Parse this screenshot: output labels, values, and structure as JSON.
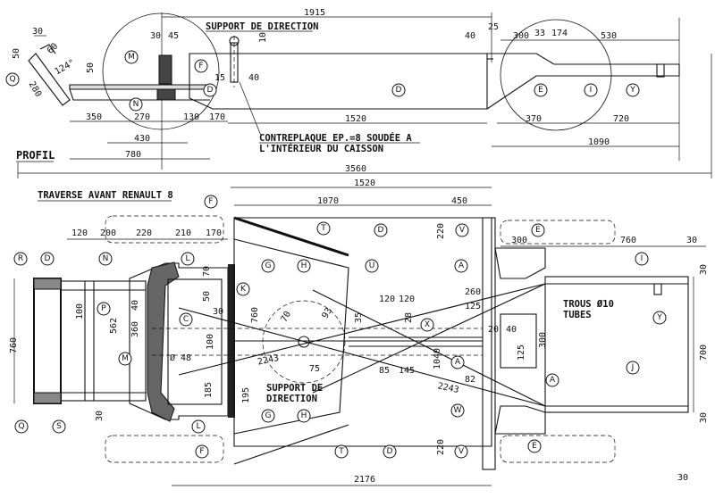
{
  "titles": {
    "profil": "PROFIL",
    "traverse": "TRAVERSE AVANT RENAULT 8",
    "support_top": "SUPPORT DE DIRECTION",
    "support_plan": [
      "SUPPORT DE",
      "DIRECTION"
    ],
    "contreplaque": [
      "CONTREPLAQUE EP.=8 SOUDÉE A",
      "L'INTÉRIEUR DU CAISSON"
    ],
    "trous": [
      "TROUS Ø10",
      "TUBES"
    ]
  },
  "profile_dims": {
    "d1915": "1915",
    "d30a": "30",
    "d45": "45",
    "d10": "10",
    "d40a": "40",
    "d25": "25",
    "d300": "300",
    "d33": "33",
    "d174": "174",
    "d530": "530",
    "d50a": "50",
    "d30b": "30",
    "d60": "60",
    "d124": "124°",
    "d280": "280",
    "d50b": "50",
    "d15": "15",
    "d40b": "40",
    "d350": "350",
    "d270": "270",
    "d130": "130",
    "d170": "170",
    "d1520": "1520",
    "d370": "370",
    "d720": "720",
    "d430": "430",
    "d1090": "1090",
    "d780": "780",
    "d3560": "3560"
  },
  "plan_dims": {
    "d1520": "1520",
    "d1070": "1070",
    "d450": "450",
    "d120": "120",
    "d200": "200",
    "d220": "220",
    "d210": "210",
    "d170": "170",
    "d220v1": "220",
    "d300": "300",
    "d760": "760",
    "d30a": "30",
    "d70a": "70",
    "d50": "50",
    "d260": "260",
    "d30b": "30",
    "d120b": "120",
    "d120c": "120",
    "d125": "125",
    "d760v": "760",
    "d40": "40",
    "d30c": "30",
    "d100a": "100",
    "d562": "562",
    "d360": "360",
    "d70b": "70",
    "d93": "93",
    "d35": "35",
    "d28": "28",
    "d20": "20",
    "d40b": "40",
    "d300v": "300",
    "d760left": "760",
    "d100b": "100",
    "d1040": "1040",
    "d125b": "125",
    "d700": "700",
    "d48": "Ø 48",
    "d75": "75",
    "d2243a": "2243",
    "d85": "85",
    "d145": "145",
    "d2243b": "2243",
    "d82": "82",
    "d195": "195",
    "d185": "185",
    "d30d": "30",
    "d220v2": "220",
    "d30e": "30",
    "d2176": "2176",
    "d30f": "30"
  },
  "tags": {
    "Q": "Q",
    "M": "M",
    "F": "F",
    "N": "N",
    "D": "D",
    "E": "E",
    "I": "I",
    "Y": "Y",
    "T": "T",
    "V": "V",
    "A": "A",
    "R": "R",
    "L": "L",
    "K": "K",
    "G": "G",
    "H": "H",
    "U": "U",
    "P": "P",
    "C": "C",
    "X": "X",
    "J": "J",
    "W": "W",
    "S": "S"
  }
}
